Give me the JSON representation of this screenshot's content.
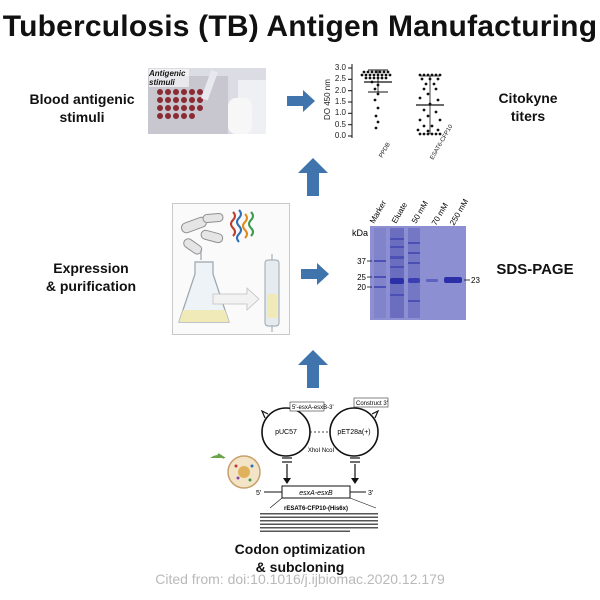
{
  "title": "Tuberculosis (TB) Antigen Manufacturing",
  "steps": {
    "blood_stimuli": "Blood antigenic\nstimuli",
    "cytokine_titers": "Citokyne\ntiters",
    "expression": "Expression\n& purification",
    "sds_page": "SDS-PAGE",
    "codon": "Codon optimization\n& subcloning"
  },
  "photo_label": "Antigenic stimuli",
  "plot": {
    "ylabel": "DO 450 nm",
    "yticks": [
      "0.0",
      "0.5",
      "1.0",
      "1.5",
      "2.0",
      "2.5",
      "3.0"
    ],
    "xticks": [
      "PPDB",
      "ESAT6-CFP10"
    ]
  },
  "gel": {
    "kda_label": "kDa",
    "lanes": [
      "Marker",
      "Eluate",
      "50 mM",
      "70 mM",
      "250 mM"
    ],
    "markers": [
      "37",
      "25",
      "20"
    ],
    "band_label": "23"
  },
  "cloning": {
    "plasmid_left": "pUC57",
    "plasmid_right": "pET28a(+)",
    "primer_left": "5'-esxA-esxB-3'",
    "primer_right": "Construct 3'",
    "enzymes": "XhoI  NcoI",
    "gene": "esxA-esxB",
    "five_prime": "5'",
    "three_prime": "3'",
    "construct": "rESAT6-CFP10-(His6x)"
  },
  "citation": "Cited from: doi:10.1016/j.ijbiomac.2020.12.179",
  "colors": {
    "arrow": "#3f74ad",
    "gel": "#8d8fd3",
    "band": "#2b2fa8"
  }
}
